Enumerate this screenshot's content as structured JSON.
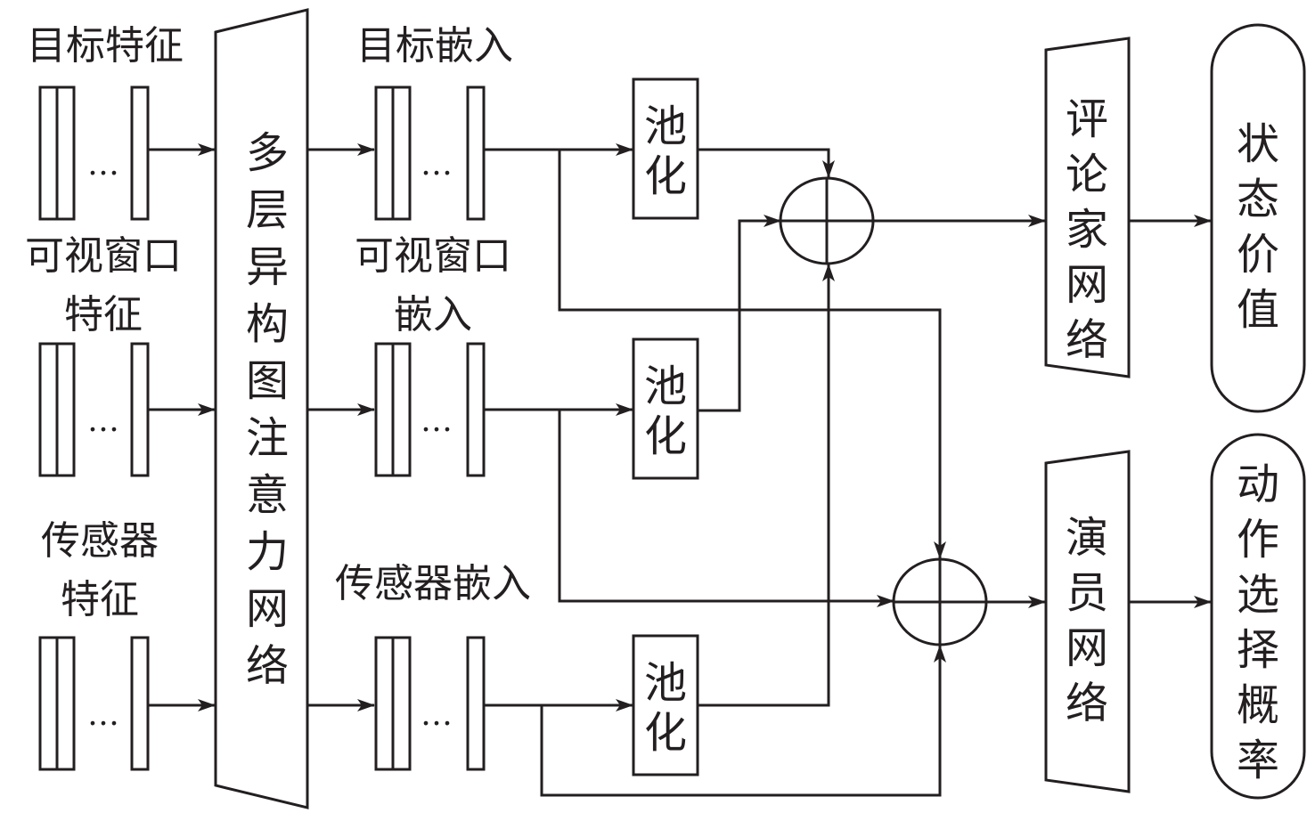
{
  "diagram": {
    "type": "network-architecture",
    "colors": {
      "stroke": "#231f20",
      "background": "#ffffff"
    },
    "inputs": [
      {
        "label_lines": [
          "目标特征"
        ]
      },
      {
        "label_lines": [
          "可视窗口",
          "特征"
        ]
      },
      {
        "label_lines": [
          "传感器",
          "特征"
        ]
      }
    ],
    "vector_ellipsis": "…",
    "encoder": {
      "label": "多层异构图注意力网络"
    },
    "embeddings": [
      {
        "label_lines": [
          "目标嵌入"
        ]
      },
      {
        "label_lines": [
          "可视窗口",
          "嵌入"
        ]
      },
      {
        "label_lines": [
          "传感器嵌入"
        ]
      }
    ],
    "pooling": {
      "label": "池化"
    },
    "combiner_symbol": "⊕",
    "critic": {
      "label": "评论家网络",
      "output": "状态价值"
    },
    "actor": {
      "label": "演员网络",
      "output": "动作选择概率"
    }
  }
}
